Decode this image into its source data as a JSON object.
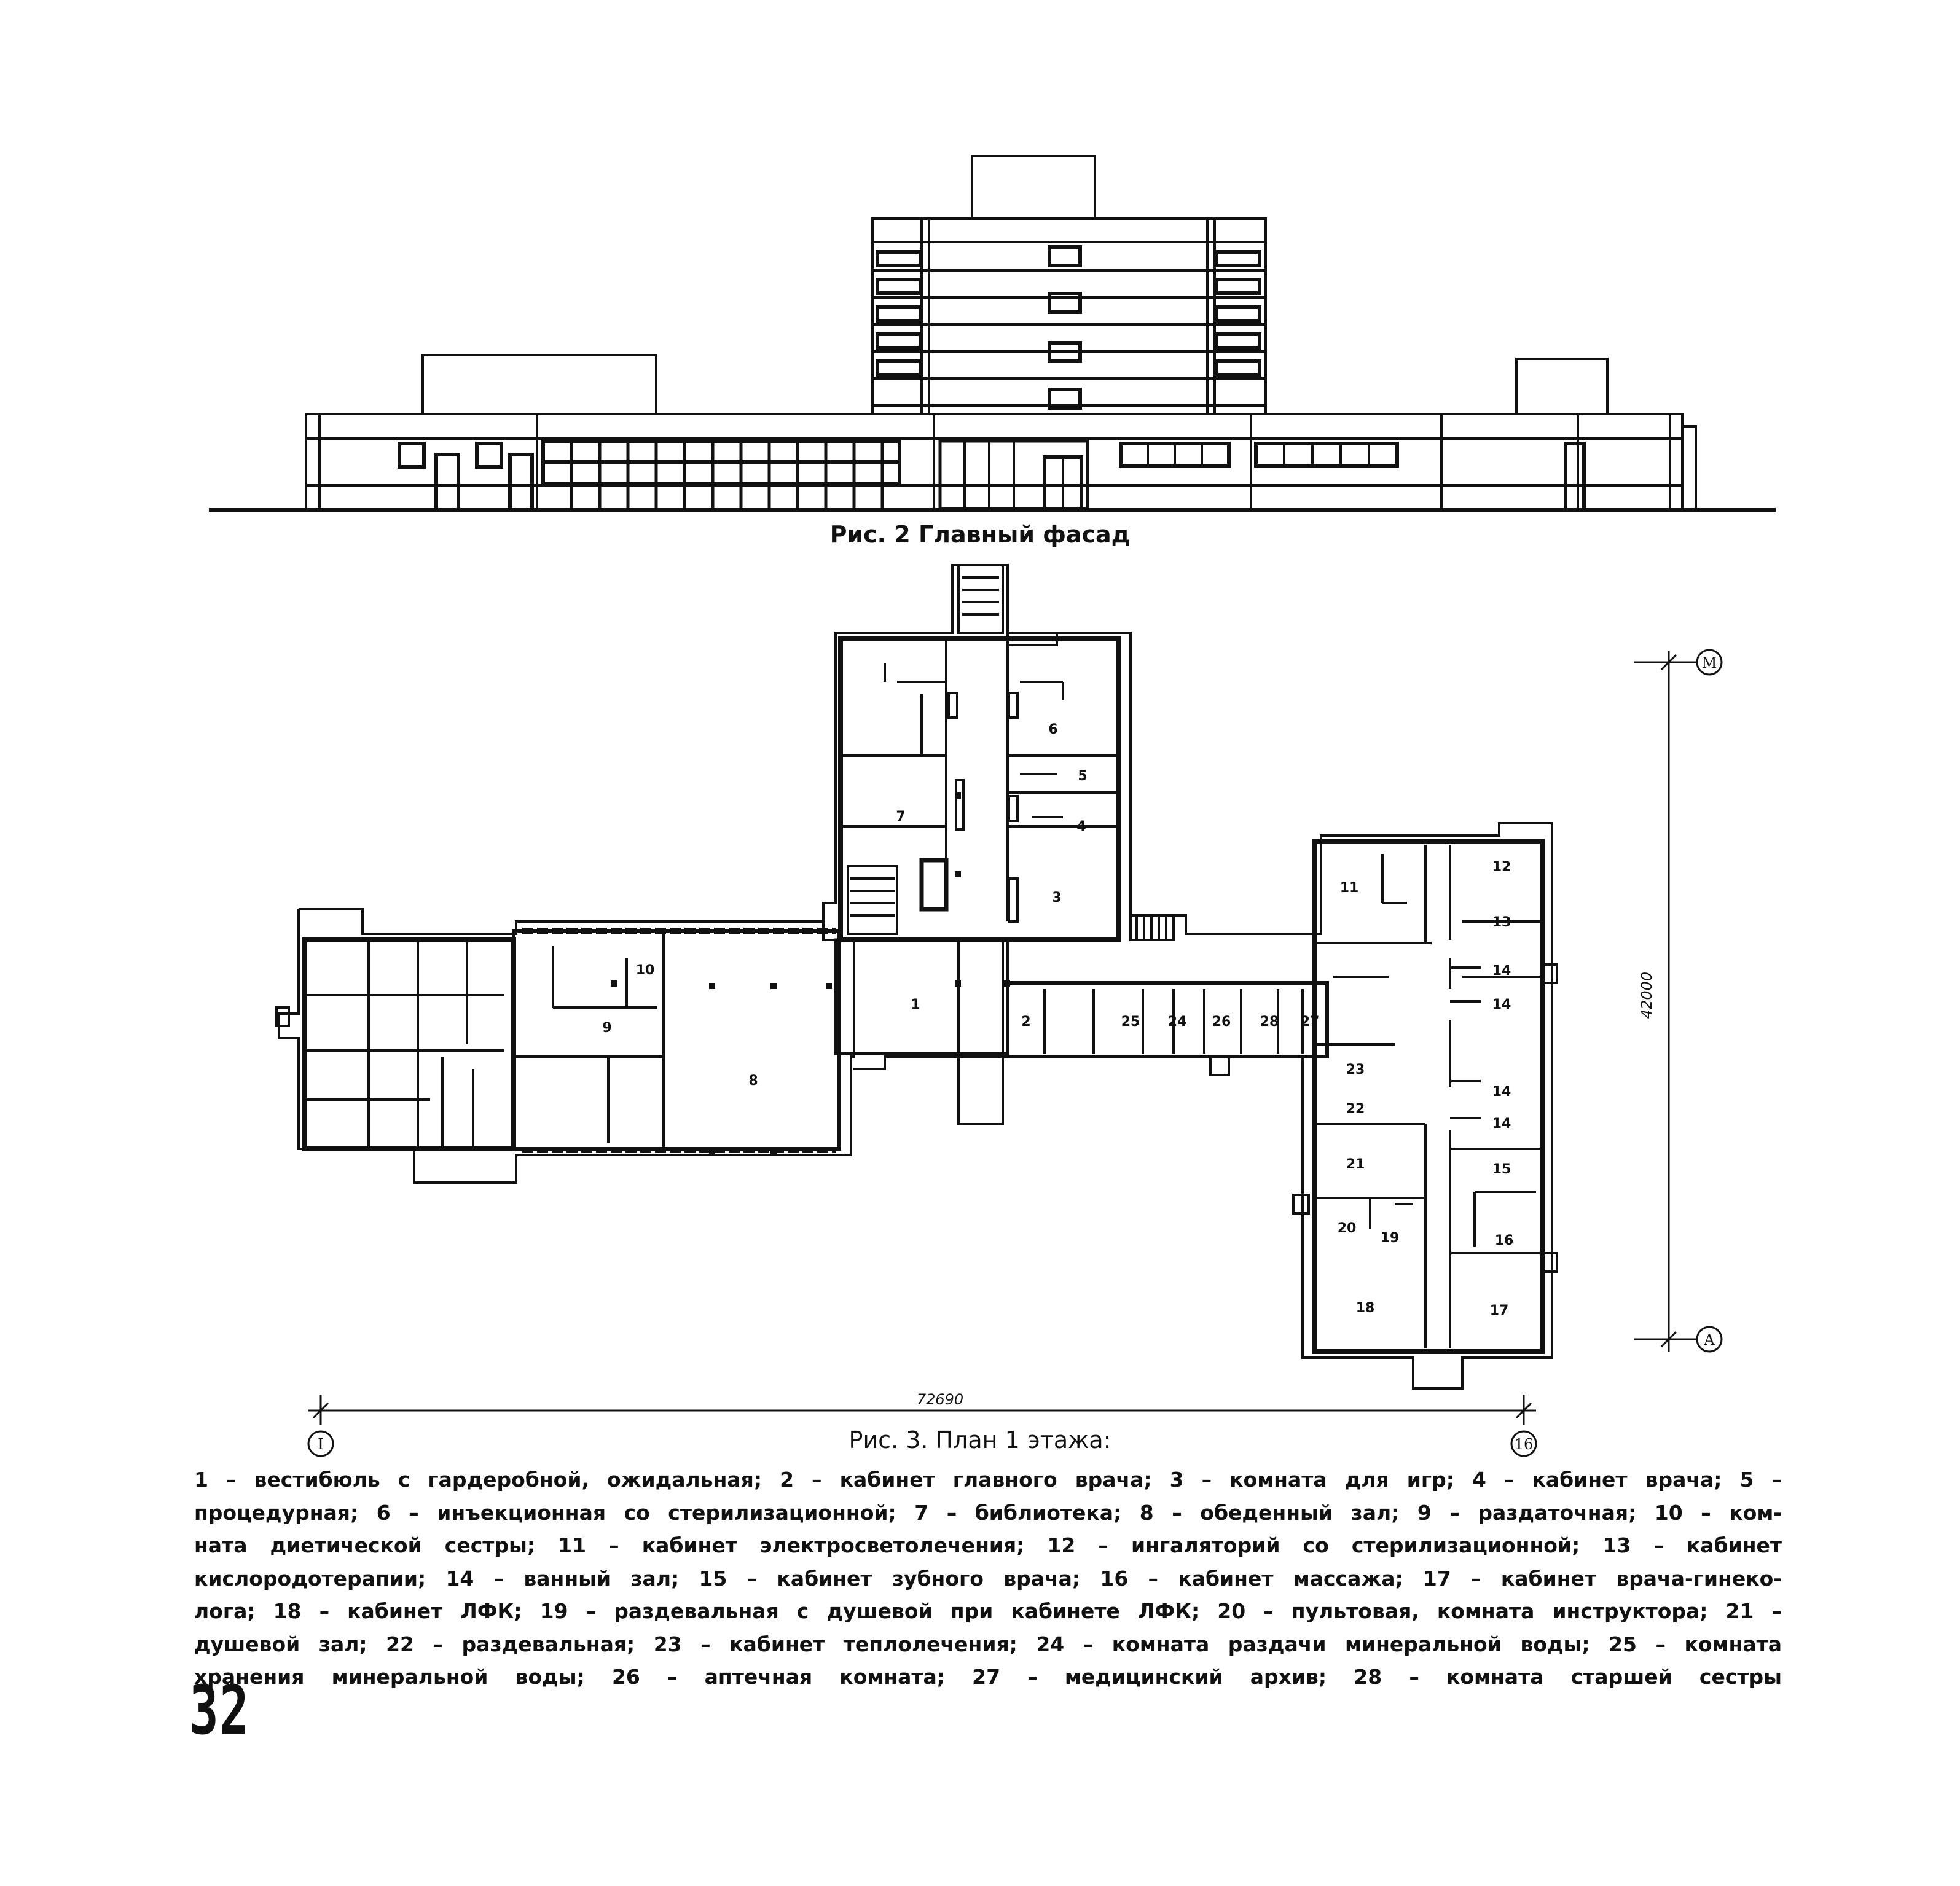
{
  "page_number": "32",
  "figure2": {
    "caption": "Рис. 2 Главный фасад"
  },
  "figure3": {
    "caption": "Рис. 3. План 1 этажа:",
    "dimension_width": "72690",
    "dimension_height": "42000",
    "axis_labels": {
      "left": "I",
      "right": "16",
      "top": "М",
      "bottom": "А"
    },
    "room_numbers": [
      "1",
      "2",
      "3",
      "4",
      "5",
      "6",
      "7",
      "8",
      "9",
      "10",
      "11",
      "12",
      "13",
      "14",
      "14",
      "14",
      "14",
      "15",
      "16",
      "17",
      "18",
      "19",
      "20",
      "21",
      "22",
      "23",
      "24",
      "25",
      "26",
      "27",
      "28"
    ]
  },
  "legend_lines": [
    "1 – вестибюль с гардеробной, ожидальная; 2 – кабинет главного врача; 3 – комната для игр; 4 – кабинет врача; 5 –",
    "процедурная; 6 – инъекционная со стерилизационной; 7 – библиотека; 8 – обеденный зал; 9 – раздаточная; 10 – ком-",
    "ната диетической сестры; 11 – кабинет электросветолечения; 12 – ингаляторий со стерилизационной; 13 – кабинет",
    "кислородотерапии; 14 – ванный зал; 15 – кабинет зубного врача; 16 – кабинет массажа; 17 – кабинет врача-гинеко-",
    "лога; 18 – кабинет ЛФК; 19 – раздевальная с душевой при кабинете ЛФК; 20 – пультовая, комната инструктора; 21 –",
    "душевой зал; 22 – раздевальная; 23 – кабинет теплолечения; 24 – комната раздачи минеральной воды; 25 – комната",
    "хранения минеральной воды; 26 – аптечная комната; 27 – медицинский архив; 28 – комната старшей сестры"
  ]
}
